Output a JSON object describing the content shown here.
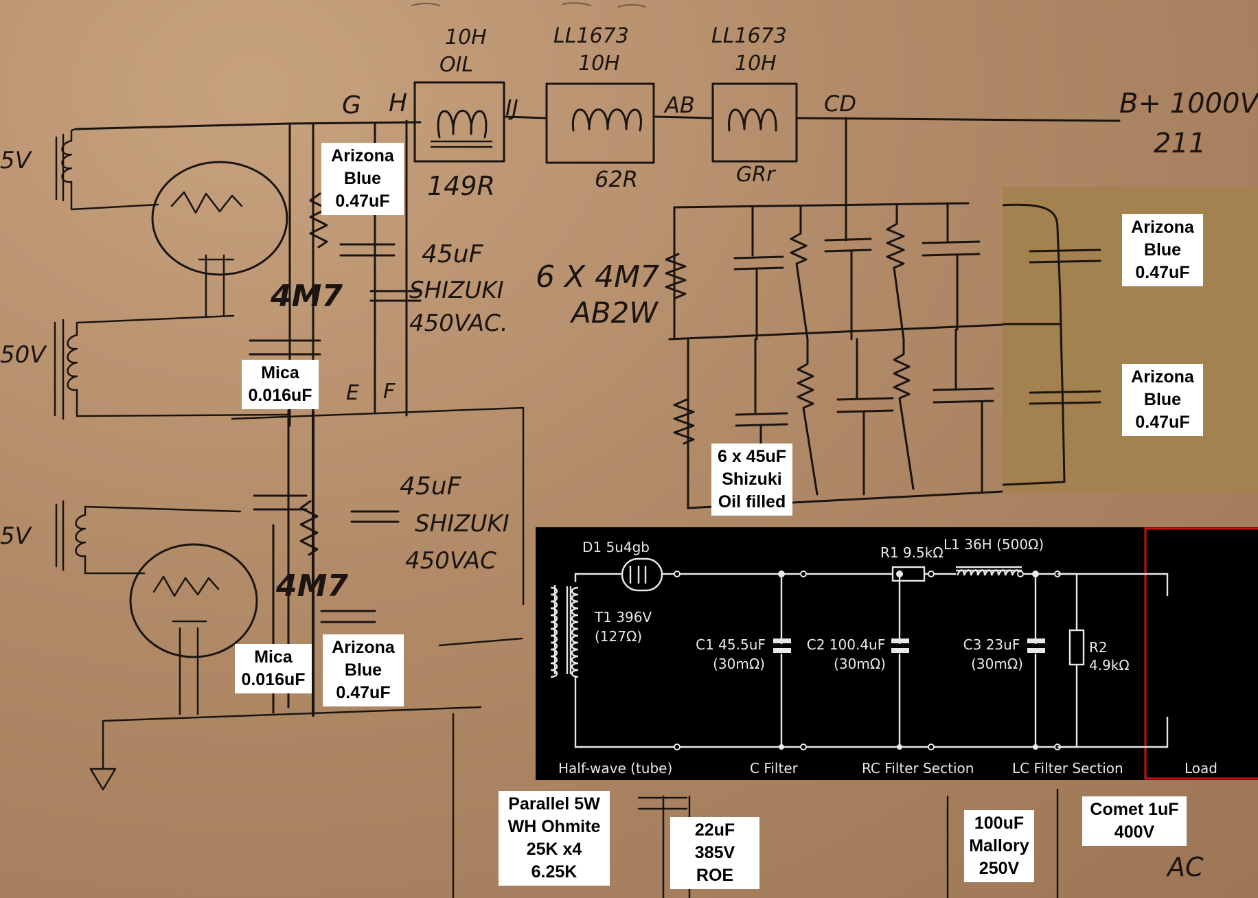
{
  "sketch": {
    "annotations": {
      "g": "G",
      "h": "H",
      "ij": "IJ",
      "ab": "AB",
      "cd": "CD",
      "e": "E",
      "f": "F",
      "choke1_top": "10H",
      "choke1_sub": "OIL",
      "choke1_res": "149R",
      "choke2_top": "LL1673",
      "choke2_sub": "10H",
      "choke2_res": "62R",
      "choke3_top": "LL1673",
      "choke3_sub": "10H",
      "choke3_res": "GRr",
      "bplus": "B+ 1000V",
      "tube": "211",
      "cap1_a": "45uF",
      "cap1_b": "SHIZUKI",
      "cap1_c": "450VAC.",
      "cap2_a": "45uF",
      "cap2_b": "SHIZUKI",
      "cap2_c": "450VAC",
      "res_a": "4M7",
      "res_b": "4M7",
      "bank_a": "6 X 4M7",
      "bank_b": "AB2W",
      "left_5v_top": "5V",
      "left_50v": "50V",
      "left_5v_bot": "5V",
      "bottom_ac": "AC"
    }
  },
  "labels": [
    {
      "id": "arizona-top",
      "lines": [
        "Arizona",
        "Blue",
        "0.47uF"
      ]
    },
    {
      "id": "arizona-right-top",
      "lines": [
        "Arizona",
        "Blue",
        "0.47uF"
      ]
    },
    {
      "id": "arizona-right-bottom",
      "lines": [
        "Arizona",
        "Blue",
        "0.47uF"
      ]
    },
    {
      "id": "arizona-bottom",
      "lines": [
        "Arizona",
        "Blue",
        "0.47uF"
      ]
    },
    {
      "id": "mica-top",
      "lines": [
        "Mica",
        "0.016uF"
      ]
    },
    {
      "id": "mica-bottom",
      "lines": [
        "Mica",
        "0.016uF"
      ]
    },
    {
      "id": "shizuki-bank",
      "lines": [
        "6 x 45uF",
        "Shizuki",
        "Oil filled"
      ]
    },
    {
      "id": "ohmite",
      "lines": [
        "Parallel 5W",
        "WH Ohmite",
        "25K x4",
        "6.25K"
      ]
    },
    {
      "id": "roe",
      "lines": [
        "22uF",
        "385V",
        "ROE"
      ]
    },
    {
      "id": "mallory",
      "lines": [
        "100uF",
        "Mallory",
        "250V"
      ]
    },
    {
      "id": "comet",
      "lines": [
        "Comet 1uF",
        "400V"
      ]
    }
  ],
  "simulation": {
    "d1": "D1 5u4gb",
    "t1": "T1 396V",
    "t1_res": "(127Ω)",
    "r1": "R1 9.5kΩ",
    "l1": "L1 36H (500Ω)",
    "c1": "C1 45.5uF",
    "c1_esr": "(30mΩ)",
    "c2": "C2 100.4uF",
    "c2_esr": "(30mΩ)",
    "c3": "C3 23uF",
    "c3_esr": "(30mΩ)",
    "r2": "R2",
    "r2_val": "4.9kΩ",
    "sections": [
      "Half-wave (tube)",
      "C Filter",
      "RC Filter Section",
      "LC Filter Section",
      "Load"
    ]
  },
  "colors": {
    "paper": "#b18a68",
    "ink": "#1a1410",
    "panel": "#a3824f",
    "sim_bg": "#000000",
    "sim_line": "#e8e8e8",
    "load_border": "#c81414"
  }
}
